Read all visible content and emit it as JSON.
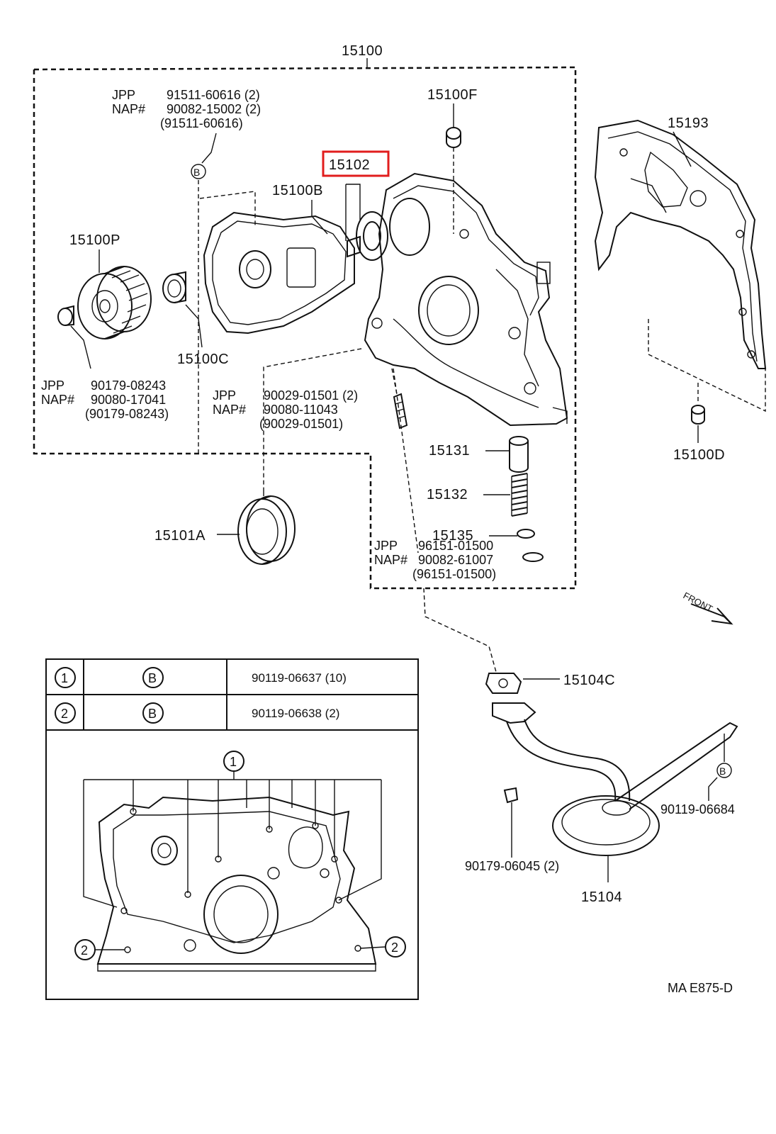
{
  "parts": {
    "assy": "15100",
    "p15100F": "15100F",
    "p15102": "15102",
    "p15100B": "15100B",
    "p15100P": "15100P",
    "p15100C": "15100C",
    "p15193": "15193",
    "p15100D": "15100D",
    "p15131": "15131",
    "p15132": "15132",
    "p15135": "15135",
    "p15101A": "15101A",
    "p15104C": "15104C",
    "p15104": "15104",
    "p90119_06684": "90119-06684",
    "p90179_06045": "90179-06045 (2)"
  },
  "highlight": {
    "part": "15102",
    "color": "#e11d1d"
  },
  "notes": {
    "bolt_b": {
      "jpp_label": "JPP",
      "jpp_value": "91511-60616 (2)",
      "nap_label": "NAP#",
      "nap_value": "90082-15002 (2)",
      "alt": "(91511-60616)"
    },
    "bolt_nut": {
      "jpp_label": "JPP",
      "jpp_value": "90179-08243",
      "nap_label": "NAP#",
      "nap_value": "90080-17041",
      "alt": "(90179-08243)"
    },
    "pin": {
      "jpp_label": "JPP",
      "jpp_value": "90029-01501 (2)",
      "nap_label": "NAP#",
      "nap_value": "90080-11043",
      "alt": "(90029-01501)"
    },
    "plug": {
      "jpp_label": "JPP",
      "jpp_value": "96151-01500",
      "nap_label": "NAP#",
      "nap_value": "90082-61007",
      "alt": "(96151-01500)"
    }
  },
  "bolt_table": {
    "rows": [
      {
        "num": "1",
        "symbol": "B",
        "part": "90119-06637 (10)"
      },
      {
        "num": "2",
        "symbol": "B",
        "part": "90119-06638 (2)"
      }
    ],
    "detail_callouts": {
      "top": "1",
      "left": "2",
      "right": "2"
    }
  },
  "symbols": {
    "b_marker": "B"
  },
  "front_label": "FRONT",
  "figure_code": "MA E875-D"
}
